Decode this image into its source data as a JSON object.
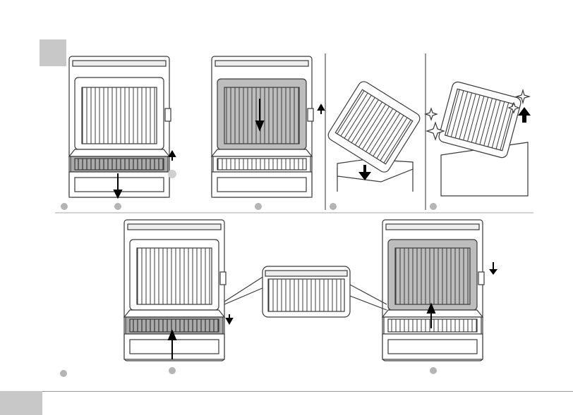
{
  "page": {
    "description_free": true
  },
  "panels": [
    {
      "id": "remove-lower-plate",
      "arrows": [
        "down",
        "up"
      ]
    },
    {
      "id": "remove-upper-plate",
      "arrows": [
        "down",
        "up"
      ]
    },
    {
      "id": "dishwasher-place-plate",
      "arrows": [
        "down"
      ]
    },
    {
      "id": "clean-plate-lift",
      "arrows": [
        "up"
      ]
    },
    {
      "id": "insert-lower-plate",
      "arrows": [
        "up",
        "down"
      ]
    },
    {
      "id": "insert-upper-plate",
      "arrows": [
        "up",
        "down"
      ]
    }
  ],
  "colors": {
    "line": "#3a3a3a",
    "plate_shade": "#bdbdbd",
    "marker": "#b5b5b5",
    "tab": "#c8c8c8"
  }
}
